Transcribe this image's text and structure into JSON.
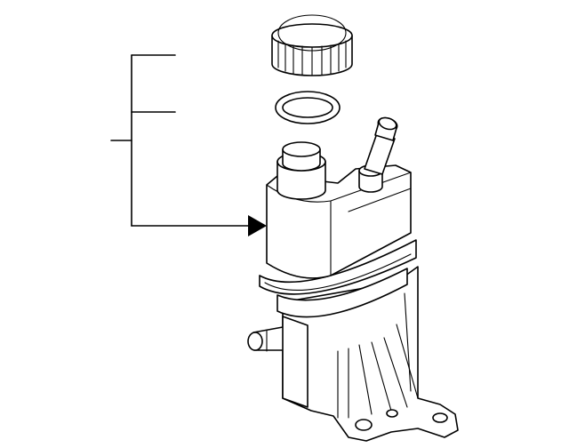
{
  "diagram": {
    "type": "exploded-parts-illustration",
    "parts": [
      {
        "name": "reservoir-cap",
        "icon": "cap-icon"
      },
      {
        "name": "cap-seal-o-ring",
        "icon": "ring-icon"
      },
      {
        "name": "power-steering-reservoir",
        "icon": "reservoir-icon"
      }
    ],
    "callout": {
      "branch_count": 3,
      "pointer": "arrow-head"
    },
    "colors": {
      "line": "#000000",
      "background": "#ffffff"
    }
  }
}
